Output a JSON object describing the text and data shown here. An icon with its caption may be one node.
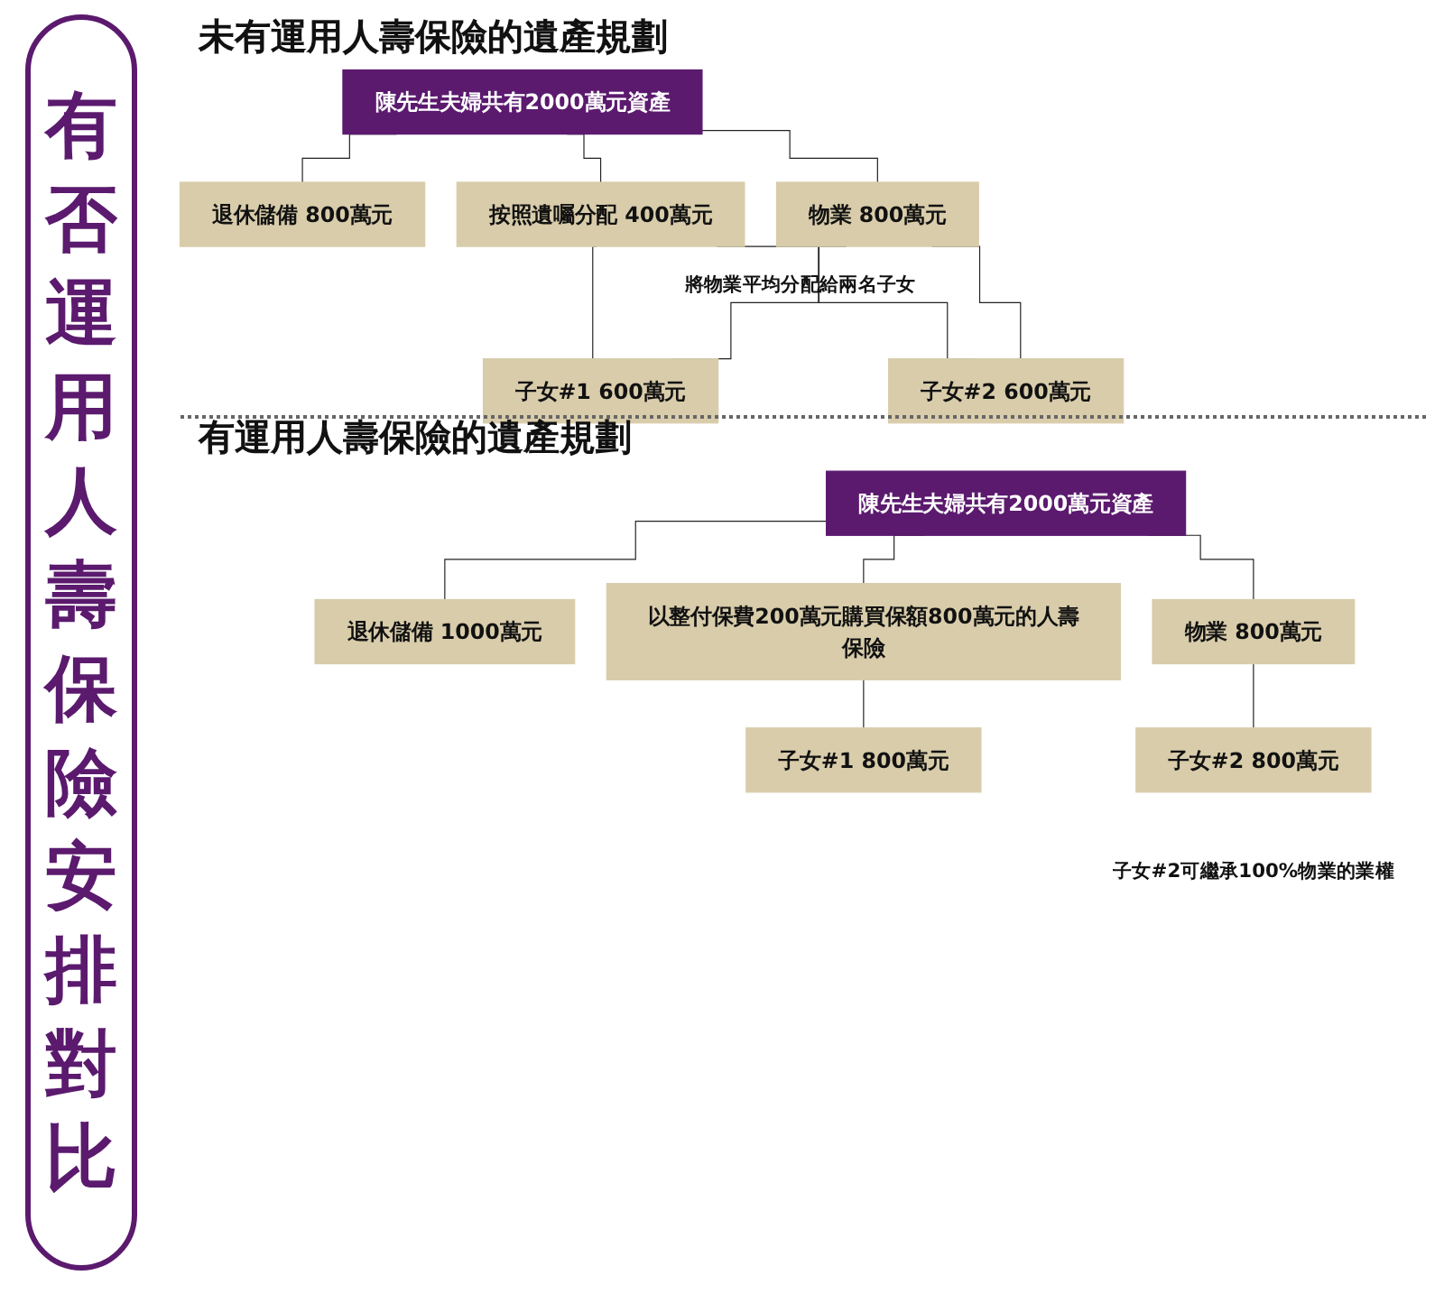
{
  "diagram": {
    "title": "有否運用人壽保險安排對比",
    "nodes": [
      {
        "text": [
          "陳先生夫婦共有2000萬元資產"
        ]
      },
      {
        "text": [
          "退休儲備 800萬元"
        ]
      },
      {
        "text": [
          "按照遺囑分配 400萬元"
        ]
      },
      {
        "text": [
          "物業 800萬元"
        ]
      },
      {
        "text": [
          "子女#1 600萬元"
        ]
      },
      {
        "text": [
          "子女#2 600萬元"
        ]
      },
      {
        "text": [
          "陳先生夫婦共有2000萬元資產"
        ]
      },
      {
        "text": [
          "退休儲備 1000萬元"
        ]
      },
      {
        "text": [
          "以整付保費200萬元購買保額800萬元的人壽保險"
        ]
      },
      {
        "text": [
          "物業 800萬元"
        ]
      },
      {
        "text": [
          "子女#1 800萬元"
        ]
      },
      {
        "text": [
          "子女#2 800萬元"
        ],
        "beside": [
          "子女#2可繼承100%物業的業權"
        ]
      }
    ],
    "edges": [
      {
        "from": 0,
        "to": 1,
        "arrow": "none"
      },
      {
        "from": 0,
        "to": 2,
        "arrow": "none"
      },
      {
        "from": 0,
        "to": 3,
        "arrow": "none"
      },
      {
        "from": 2,
        "to": 4,
        "arrow": "none"
      },
      {
        "from": 2,
        "to": 5,
        "arrow": "none"
      },
      {
        "from": 3,
        "to": 4,
        "arrow": "none",
        "label": "將物業平均分配給兩名子女"
      },
      {
        "from": 3,
        "to": 5,
        "arrow": "none"
      },
      {
        "from": 6,
        "to": 7,
        "arrow": "none"
      },
      {
        "from": 6,
        "to": 8,
        "arrow": "none"
      },
      {
        "from": 6,
        "to": 9,
        "arrow": "none"
      },
      {
        "from": 8,
        "to": 10,
        "arrow": "none"
      },
      {
        "from": 9,
        "to": 11,
        "arrow": "none"
      }
    ],
    "labels": [
      "未有運用人壽保險的遺產規劃",
      "有運用人壽保險的遺產規劃"
    ]
  }
}
